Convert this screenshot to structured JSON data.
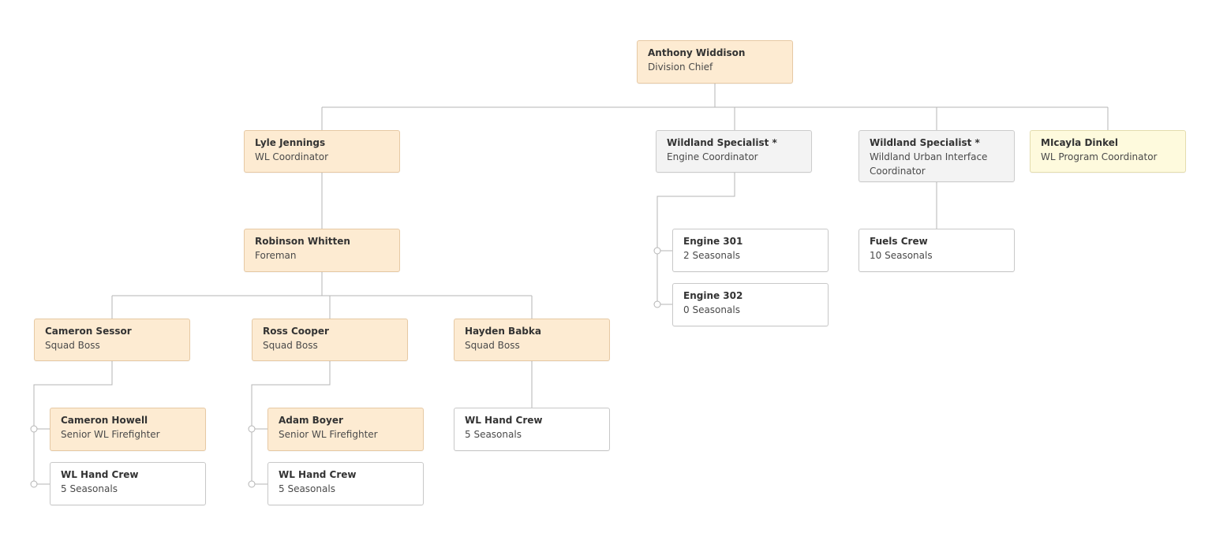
{
  "colors": {
    "staff_fill": "#fdebd2",
    "vacant_fill": "#f3f3f3",
    "program_fill": "#fefadd",
    "crew_fill": "#ffffff",
    "connector": "#b5b5b5"
  },
  "nodes": {
    "anthony": {
      "name": "Anthony Widdison",
      "role": "Division Chief"
    },
    "lyle": {
      "name": "Lyle Jennings",
      "role": "WL Coordinator"
    },
    "ws_engine": {
      "name": "Wildland Specialist *",
      "role": "Engine Coordinator"
    },
    "ws_wui": {
      "name": "Wildland Specialist *",
      "role": "Wildland Urban Interface Coordinator"
    },
    "micayla": {
      "name": "MIcayla Dinkel",
      "role": "WL Program Coordinator"
    },
    "robinson": {
      "name": "Robinson Whitten",
      "role": "Foreman"
    },
    "engine301": {
      "name": "Engine 301",
      "role": "2 Seasonals"
    },
    "engine302": {
      "name": "Engine 302",
      "role": "0 Seasonals"
    },
    "fuels": {
      "name": "Fuels Crew",
      "role": "10 Seasonals"
    },
    "cameron_s": {
      "name": "Cameron Sessor",
      "role": "Squad Boss"
    },
    "ross": {
      "name": "Ross Cooper",
      "role": "Squad Boss"
    },
    "hayden": {
      "name": "Hayden Babka",
      "role": "Squad Boss"
    },
    "cameron_h": {
      "name": "Cameron Howell",
      "role": "Senior WL Firefighter"
    },
    "crew_cs": {
      "name": "WL Hand Crew",
      "role": "5 Seasonals"
    },
    "adam": {
      "name": "Adam Boyer",
      "role": "Senior WL Firefighter"
    },
    "crew_rc": {
      "name": "WL Hand Crew",
      "role": "5 Seasonals"
    },
    "crew_hb": {
      "name": "WL Hand Crew",
      "role": "5 Seasonals"
    }
  }
}
